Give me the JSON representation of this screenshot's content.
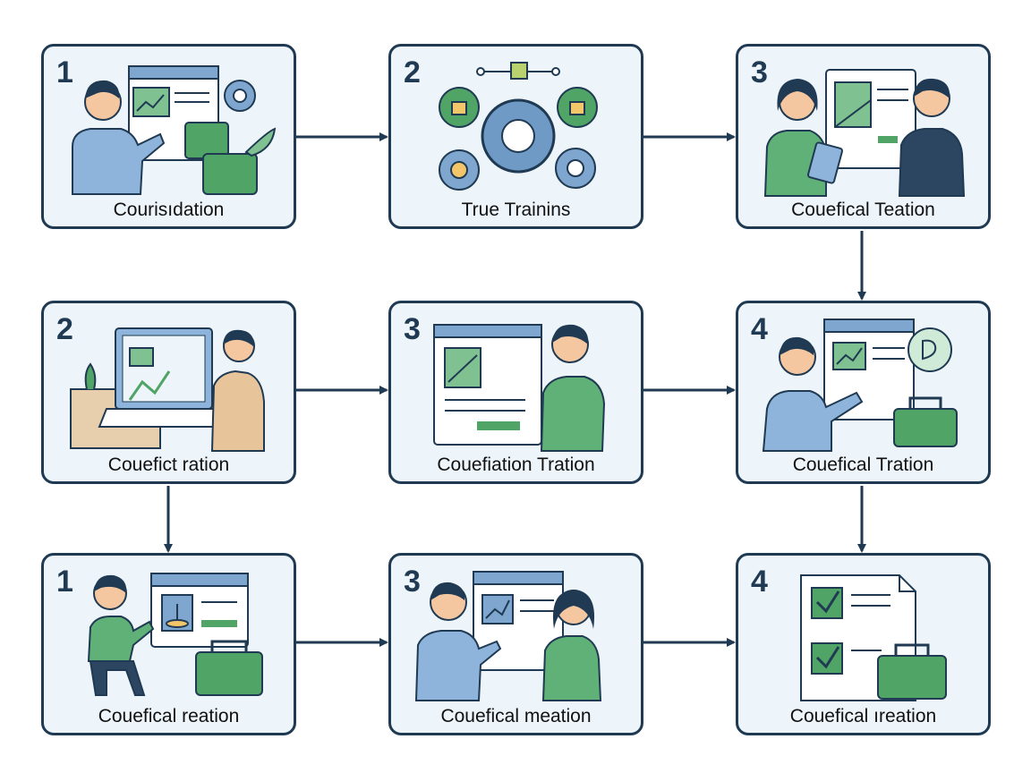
{
  "colors": {
    "border": "#1f3a52",
    "card_bg": "#edf4fa",
    "green": "#4fa466",
    "blue": "#7fa6cf",
    "arrow": "#1f3a52"
  },
  "cards": [
    {
      "number": "1",
      "label": "Courisıdation"
    },
    {
      "number": "2",
      "label": "True Trainins"
    },
    {
      "number": "3",
      "label": "Couefical Teation"
    },
    {
      "number": "2",
      "label": "Couefict ration"
    },
    {
      "number": "3",
      "label": "Couefiation Tration"
    },
    {
      "number": "4",
      "label": "Couefical Tration"
    },
    {
      "number": "1",
      "label": "Couefical reation"
    },
    {
      "number": "3",
      "label": "Couefical meation"
    },
    {
      "number": "4",
      "label": "Couefical ıreation"
    }
  ]
}
